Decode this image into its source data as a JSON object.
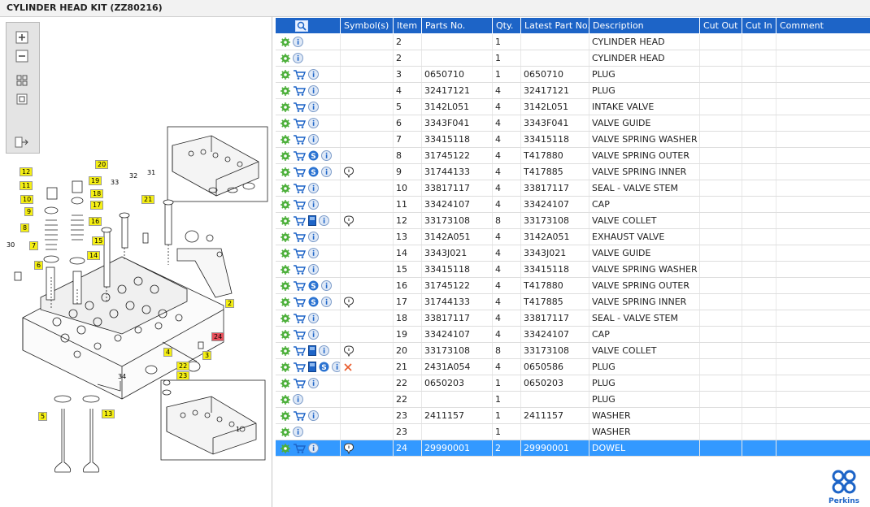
{
  "title": "CYLINDER HEAD KIT (ZZ80216)",
  "toolbar": {
    "buttons": [
      {
        "name": "zoom-in-button"
      },
      {
        "name": "zoom-out-button"
      },
      {
        "name": "fit-page-button"
      },
      {
        "name": "actual-size-button"
      },
      {
        "name": "export-button"
      }
    ]
  },
  "diagram": {
    "callouts": [
      "20",
      "12",
      "19",
      "11",
      "18",
      "10",
      "17",
      "9",
      "16",
      "8",
      "15",
      "7",
      "14",
      "6",
      "21",
      "2",
      "4",
      "3",
      "22",
      "23",
      "24",
      "5",
      "13"
    ],
    "plain_labels": [
      "33",
      "32",
      "31",
      "30",
      "34",
      "1"
    ]
  },
  "table": {
    "columns": [
      "",
      "Symbol(s)",
      "Item",
      "Parts No.",
      "Qty.",
      "Latest Part No.",
      "Description",
      "Cut Out",
      "Cut In",
      "Comment"
    ],
    "rows": [
      {
        "item": "2",
        "part": "",
        "qty": "1",
        "latest": "",
        "desc": "CYLINDER HEAD",
        "cart": false,
        "s": false,
        "book": false,
        "sym": ""
      },
      {
        "item": "2",
        "part": "",
        "qty": "1",
        "latest": "",
        "desc": "CYLINDER HEAD",
        "cart": false,
        "s": false,
        "book": false,
        "sym": ""
      },
      {
        "item": "3",
        "part": "0650710",
        "qty": "1",
        "latest": "0650710",
        "desc": "PLUG",
        "cart": true,
        "s": false,
        "book": false,
        "sym": ""
      },
      {
        "item": "4",
        "part": "32417121",
        "qty": "4",
        "latest": "32417121",
        "desc": "PLUG",
        "cart": true,
        "s": false,
        "book": false,
        "sym": ""
      },
      {
        "item": "5",
        "part": "3142L051",
        "qty": "4",
        "latest": "3142L051",
        "desc": "INTAKE VALVE",
        "cart": true,
        "s": false,
        "book": false,
        "sym": ""
      },
      {
        "item": "6",
        "part": "3343F041",
        "qty": "4",
        "latest": "3343F041",
        "desc": "VALVE GUIDE",
        "cart": true,
        "s": false,
        "book": false,
        "sym": ""
      },
      {
        "item": "7",
        "part": "33415118",
        "qty": "4",
        "latest": "33415118",
        "desc": "VALVE SPRING WASHER",
        "cart": true,
        "s": false,
        "book": false,
        "sym": ""
      },
      {
        "item": "8",
        "part": "31745122",
        "qty": "4",
        "latest": "T417880",
        "desc": "VALVE SPRING OUTER",
        "cart": true,
        "s": true,
        "book": false,
        "sym": ""
      },
      {
        "item": "9",
        "part": "31744133",
        "qty": "4",
        "latest": "T417885",
        "desc": "VALVE SPRING INNER",
        "cart": true,
        "s": true,
        "book": false,
        "sym": "pin"
      },
      {
        "item": "10",
        "part": "33817117",
        "qty": "4",
        "latest": "33817117",
        "desc": "SEAL - VALVE STEM",
        "cart": true,
        "s": false,
        "book": false,
        "sym": ""
      },
      {
        "item": "11",
        "part": "33424107",
        "qty": "4",
        "latest": "33424107",
        "desc": "CAP",
        "cart": true,
        "s": false,
        "book": false,
        "sym": ""
      },
      {
        "item": "12",
        "part": "33173108",
        "qty": "8",
        "latest": "33173108",
        "desc": "VALVE COLLET",
        "cart": true,
        "s": false,
        "book": true,
        "sym": "pin"
      },
      {
        "item": "13",
        "part": "3142A051",
        "qty": "4",
        "latest": "3142A051",
        "desc": "EXHAUST VALVE",
        "cart": true,
        "s": false,
        "book": false,
        "sym": ""
      },
      {
        "item": "14",
        "part": "3343J021",
        "qty": "4",
        "latest": "3343J021",
        "desc": "VALVE GUIDE",
        "cart": true,
        "s": false,
        "book": false,
        "sym": ""
      },
      {
        "item": "15",
        "part": "33415118",
        "qty": "4",
        "latest": "33415118",
        "desc": "VALVE SPRING WASHER",
        "cart": true,
        "s": false,
        "book": false,
        "sym": ""
      },
      {
        "item": "16",
        "part": "31745122",
        "qty": "4",
        "latest": "T417880",
        "desc": "VALVE SPRING OUTER",
        "cart": true,
        "s": true,
        "book": false,
        "sym": ""
      },
      {
        "item": "17",
        "part": "31744133",
        "qty": "4",
        "latest": "T417885",
        "desc": "VALVE SPRING INNER",
        "cart": true,
        "s": true,
        "book": false,
        "sym": "pin"
      },
      {
        "item": "18",
        "part": "33817117",
        "qty": "4",
        "latest": "33817117",
        "desc": "SEAL - VALVE STEM",
        "cart": true,
        "s": false,
        "book": false,
        "sym": ""
      },
      {
        "item": "19",
        "part": "33424107",
        "qty": "4",
        "latest": "33424107",
        "desc": "CAP",
        "cart": true,
        "s": false,
        "book": false,
        "sym": ""
      },
      {
        "item": "20",
        "part": "33173108",
        "qty": "8",
        "latest": "33173108",
        "desc": "VALVE COLLET",
        "cart": true,
        "s": false,
        "book": true,
        "sym": "pin"
      },
      {
        "item": "21",
        "part": "2431A054",
        "qty": "4",
        "latest": "0650586",
        "desc": "PLUG",
        "cart": true,
        "s": true,
        "book": true,
        "sym": "x"
      },
      {
        "item": "22",
        "part": "0650203",
        "qty": "1",
        "latest": "0650203",
        "desc": "PLUG",
        "cart": true,
        "s": false,
        "book": false,
        "sym": ""
      },
      {
        "item": "22",
        "part": "",
        "qty": "1",
        "latest": "",
        "desc": "PLUG",
        "cart": false,
        "s": false,
        "book": false,
        "sym": ""
      },
      {
        "item": "23",
        "part": "2411157",
        "qty": "1",
        "latest": "2411157",
        "desc": "WASHER",
        "cart": true,
        "s": false,
        "book": false,
        "sym": ""
      },
      {
        "item": "23",
        "part": "",
        "qty": "1",
        "latest": "",
        "desc": "WASHER",
        "cart": false,
        "s": false,
        "book": false,
        "sym": ""
      },
      {
        "item": "24",
        "part": "29990001",
        "qty": "2",
        "latest": "29990001",
        "desc": "DOWEL",
        "cart": true,
        "s": false,
        "book": false,
        "sym": "pin",
        "selected": true
      }
    ]
  },
  "logo": {
    "text": "Perkins"
  },
  "colors": {
    "header": "#1d64c7",
    "selected": "#3399ff",
    "callout": "#f5ef14"
  }
}
